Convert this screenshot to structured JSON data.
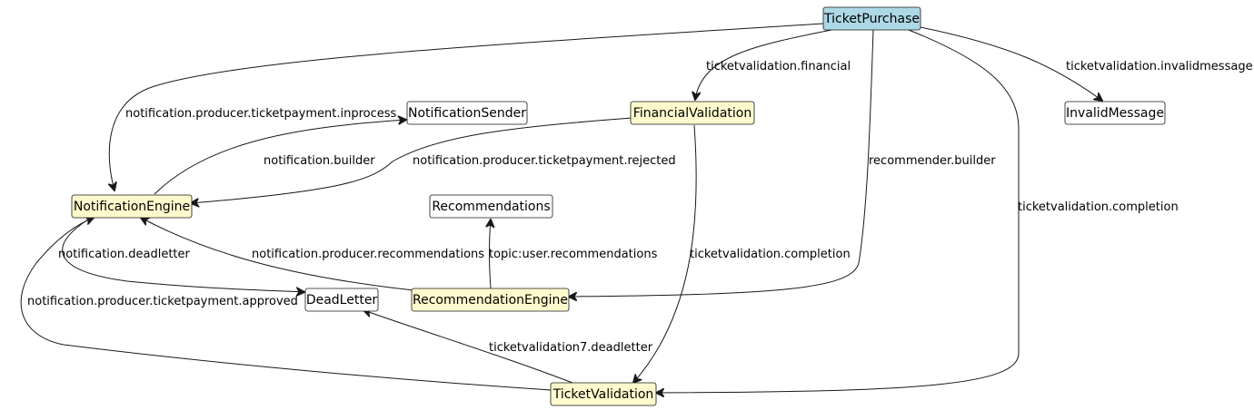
{
  "nodes": {
    "ticket_purchase": {
      "label": "TicketPurchase",
      "fill": "#ADD8E6"
    },
    "notification_sender": {
      "label": "NotificationSender",
      "fill": "#FFFFFF"
    },
    "financial_validation": {
      "label": "FinancialValidation",
      "fill": "#FFFACD"
    },
    "invalid_message": {
      "label": "InvalidMessage",
      "fill": "#FFFFFF"
    },
    "notification_engine": {
      "label": "NotificationEngine",
      "fill": "#FFFACD"
    },
    "recommendations": {
      "label": "Recommendations",
      "fill": "#FFFFFF"
    },
    "dead_letter": {
      "label": "DeadLetter",
      "fill": "#FFFFFF"
    },
    "recommendation_engine": {
      "label": "RecommendationEngine",
      "fill": "#FFFACD"
    },
    "ticket_validation": {
      "label": "TicketValidation",
      "fill": "#FFFACD"
    }
  },
  "edges": {
    "financial": "ticketvalidation.financial",
    "invalidmessage": "ticketvalidation.invalidmessage",
    "inprocess": "notification.producer.ticketpayment.inprocess",
    "recommender_builder": "recommender.builder",
    "completion_purchase": "ticketvalidation.completion",
    "notification_builder": "notification.builder",
    "rejected": "notification.producer.ticketpayment.rejected",
    "completion_financial": "ticketvalidation.completion",
    "notif_deadletter": "notification.deadletter",
    "producer_recommendations": "notification.producer.recommendations",
    "user_recommendations": "topic:user.recommendations",
    "approved": "notification.producer.ticketpayment.approved",
    "deadletter7": "ticketvalidation7.deadletter"
  }
}
